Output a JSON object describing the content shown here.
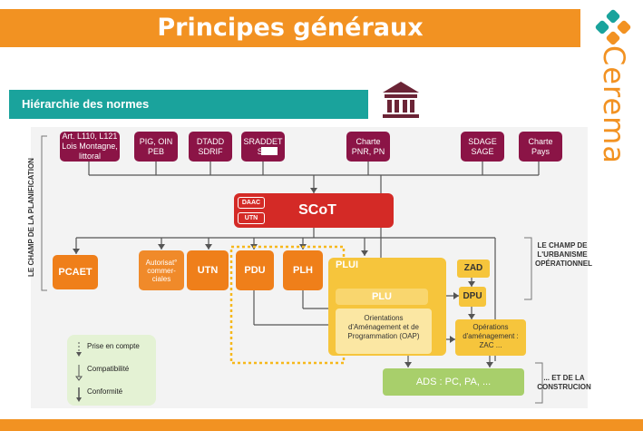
{
  "title": "Principes généraux",
  "brand": "Cerema",
  "section_label": "Hiérarchie des normes",
  "labels": {
    "left_axis": "LE CHAMP DE LA PLANIFICATION",
    "right_top": "LE CHAMP DE L'URBANISME OPÉRATIONNEL",
    "right_bottom": "... ET DE LA CONSTRUCION"
  },
  "top_norms": [
    "Art. L110, L121 Lois Montagne, littoral",
    "PIG, OIN PEB",
    "DTADD SDRIF",
    "SRADDET SR",
    "Charte PNR, PN",
    "SDAGE SAGE",
    "Charte Pays"
  ],
  "scot": {
    "label": "SCoT",
    "tags": [
      "DAAC",
      "UTN"
    ]
  },
  "row2": {
    "pcaet": "PCAET",
    "autorisat": "Autorisat° commer-ciales",
    "utn": "UTN",
    "pdu": "PDU",
    "plh": "PLH"
  },
  "plui": {
    "label": "PLUI",
    "plu": "PLU",
    "oap": "Orientations d'Aménagement et de Programmation (OAP)"
  },
  "zad": "ZAD",
  "dpu": "DPU",
  "operations": "Opérations d'aménagement : ZAC ...",
  "ads": "ADS : PC, PA, ...",
  "legend": [
    "Prise en compte",
    "Compatibilité",
    "Conformité"
  ],
  "colors": {
    "orange": "#f29222",
    "teal": "#1aa39c",
    "wine": "#8b1446",
    "red": "#d42a26",
    "yellow": "#f6c53c",
    "green": "#a8cf6b"
  }
}
